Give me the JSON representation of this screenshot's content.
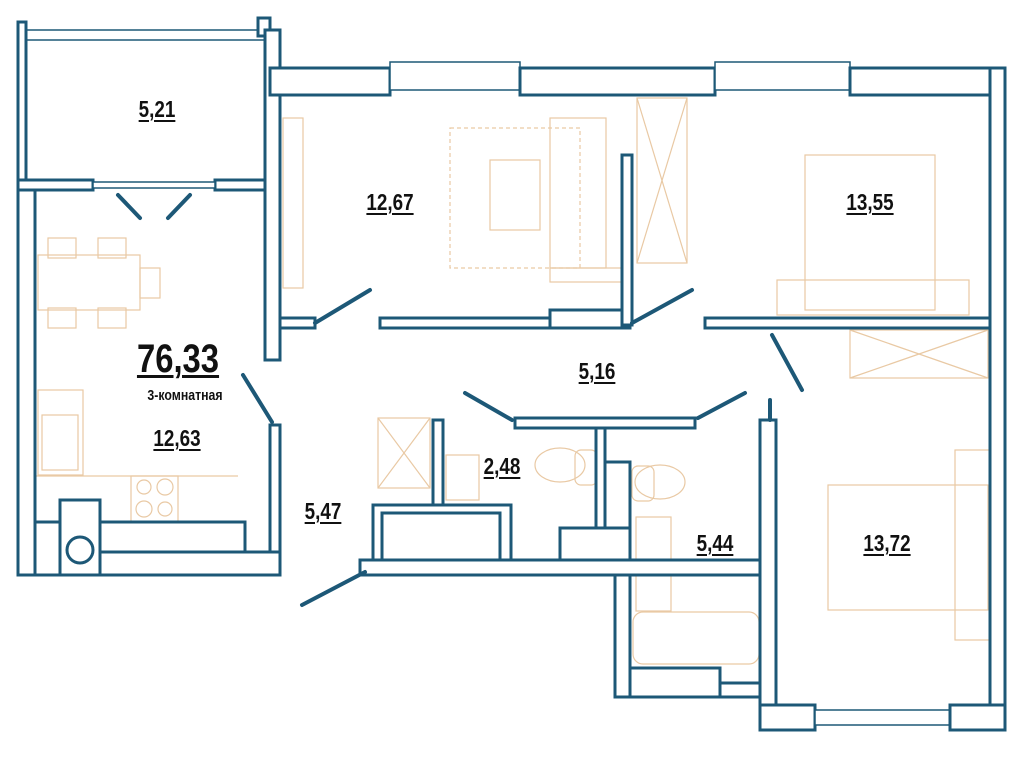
{
  "plan": {
    "total_area": "76,33",
    "apartment_type": "3-комнатная",
    "rooms": [
      {
        "id": "balcony",
        "area": "5,21"
      },
      {
        "id": "living-room",
        "area": "12,67"
      },
      {
        "id": "bedroom-1",
        "area": "13,55"
      },
      {
        "id": "kitchen",
        "area": "12,63"
      },
      {
        "id": "corridor",
        "area": "5,16"
      },
      {
        "id": "toilet",
        "area": "2,48"
      },
      {
        "id": "hall",
        "area": "5,47"
      },
      {
        "id": "bathroom",
        "area": "5,44"
      },
      {
        "id": "bedroom-2",
        "area": "13,72"
      }
    ]
  },
  "colors": {
    "wall": "#1d5877",
    "furniture": "#e9c9a4"
  }
}
